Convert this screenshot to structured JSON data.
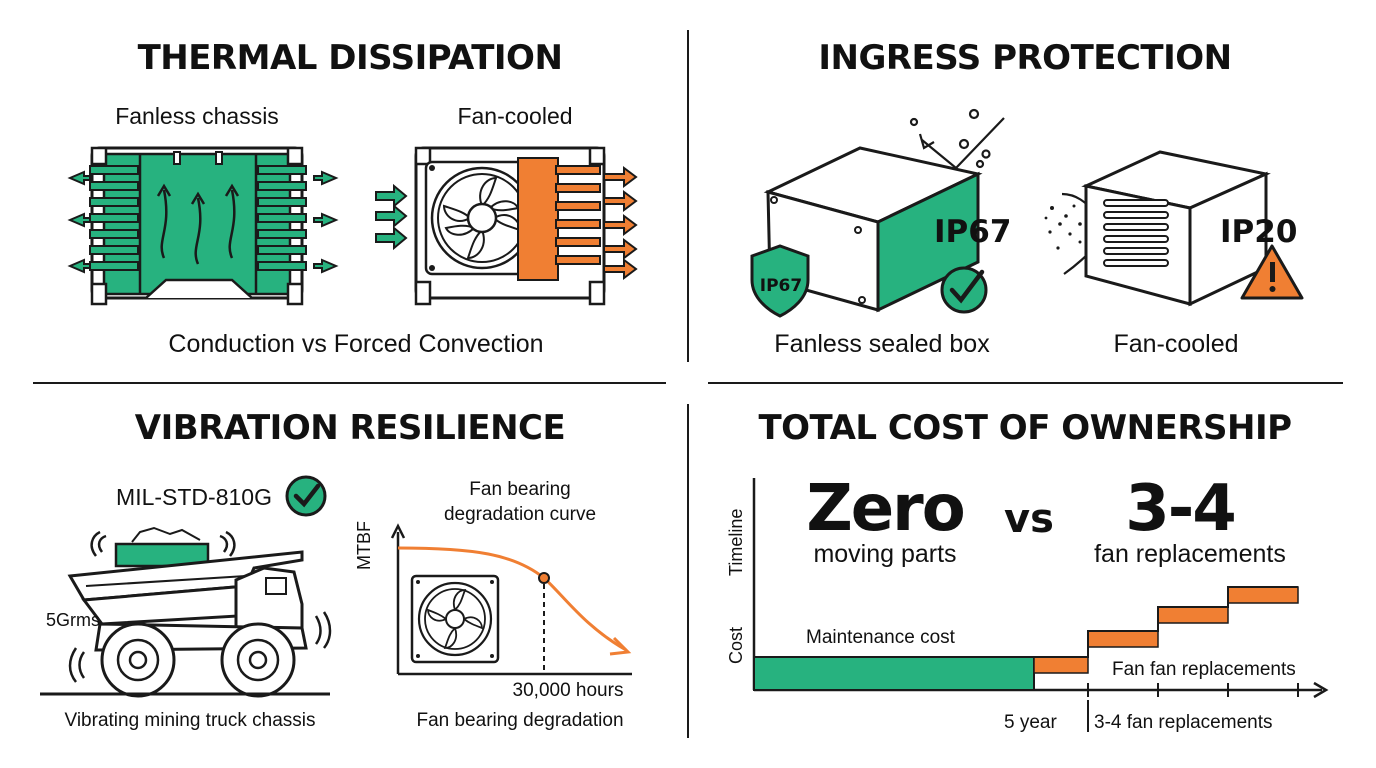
{
  "colors": {
    "green": "#27b27f",
    "orange": "#f07f33",
    "ink": "#1a1a1a"
  },
  "thermal": {
    "title": "THERMAL DISSIPATION",
    "fanless_label": "Fanless chassis",
    "fan_label": "Fan-cooled",
    "caption": "Conduction vs Forced Convection"
  },
  "ingress": {
    "title": "INGRESS PROTECTION",
    "sealed_rating": "IP67",
    "shield_rating": "IP67",
    "fan_rating": "IP20",
    "sealed_label": "Fanless sealed box",
    "fan_label": "Fan-cooled"
  },
  "vibration": {
    "title": "VIBRATION RESILIENCE",
    "standard": "MIL-STD-810G",
    "grms": "5Grms",
    "truck_caption": "Vibrating mining truck chassis",
    "curve_title": "Fan bearing degradation curve",
    "y_axis": "MTBF",
    "marker_label": "30,000 hours",
    "curve_caption": "Fan bearing degradation"
  },
  "tco": {
    "title": "TOTAL COST OF OWNERSHIP",
    "left_big": "Zero",
    "left_sub": "moving parts",
    "vs": "vs",
    "right_big": "3-4",
    "right_sub": "fan replacements",
    "y_timeline": "Timeline",
    "y_cost": "Cost",
    "maintenance_label": "Maintenance cost",
    "fan_replacements_label": "Fan fan replacements",
    "tick_5year": "5 year",
    "tick_replacements": "3-4 fan replacements"
  }
}
